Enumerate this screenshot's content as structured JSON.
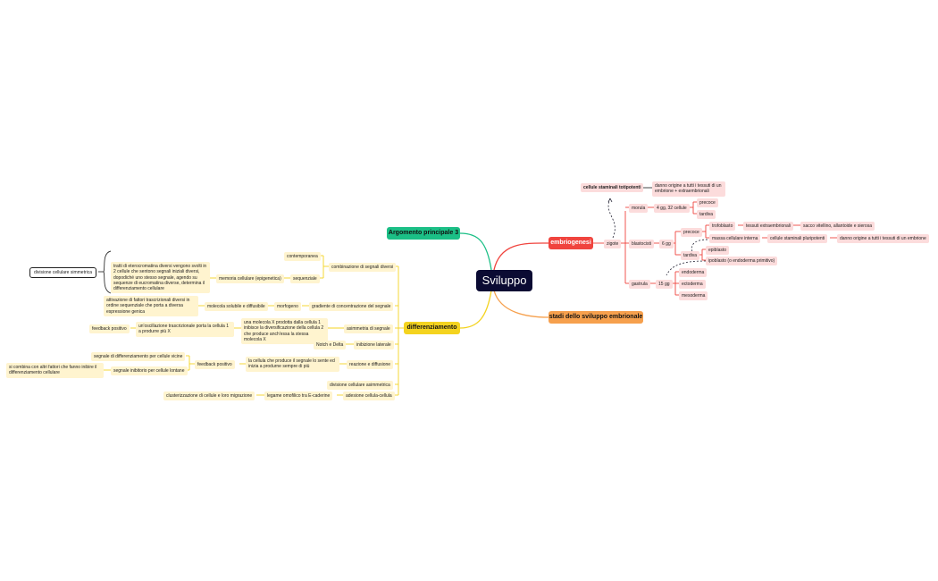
{
  "root": {
    "label": "Sviluppo"
  },
  "branches": {
    "embriogenesi": {
      "label": "embriogenesi",
      "color": "#f0443e",
      "zigote": "zigote",
      "totipotenti": "cellule staminali totipotenti",
      "totipotenti_desc": "danno origine a tutti i tessuti di un embrione + extraembrionali",
      "morula": "morula",
      "morula_days": "4 gg, 32 cellule",
      "morula_precoce": "precoce",
      "morula_tardiva": "tardiva",
      "blastocisti": "blastocisti",
      "blastocisti_days": "6 gg",
      "blast_precoce": "precoce",
      "trofoblasto": "trofoblasto",
      "tessuti_extra": "tessuti extraembrionali",
      "sacco": "sacco vitellino, allantoide e sierosa",
      "massa_interna": "massa cellulare interna",
      "pluripotenti": "cellule staminali pluripotenti",
      "pluripotenti_desc": "danno origine a tutti i tessuti di un embrione",
      "blast_tardiva": "tardiva",
      "epiblasto": "epiblasto",
      "ipoblasto": "ipoblasto (o endoderma primitivo)",
      "gastrula": "gastrula",
      "gastrula_days": "15 gg",
      "endoderma": "endoderma",
      "ectoderma": "ectoderma",
      "mesoderma": "mesoderma"
    },
    "stadi": {
      "label": "stadi dello sviluppo embrionale",
      "color": "#f6a04d"
    },
    "argomento3": {
      "label": "Argomento principale 3",
      "color": "#1bbf86"
    },
    "differenziamento": {
      "label": "differenziamento",
      "color": "#f4d31f",
      "combinazione": "combinazione di segnali diversi",
      "contemporanea": "contemporanea",
      "sequenziale": "sequenziale",
      "memoria": "memoria cellulare (epigenetica)",
      "tratti": "tratti di eterocromatina diversi vengono svolti in 2 cellule che sentono segnali iniziali diversi, dopodiché uno stesso segnale, agendo su sequenze di eucromatina diverse, determina il differenziamento cellulare",
      "divisione_simmetrica": "divisione cellulare simmetrica",
      "gradiente": "gradiente di concentrazione del segnale",
      "morfogeno": "morfogeno",
      "molecola_solubile": "molecola solubile e diffusibile",
      "attivazione": "attivazione di fattori trascrizionali diversi in ordine sequenziale che porta a diversa espressione genica",
      "asimmetria": "asimmetria di segnale",
      "molecola_x": "una molecola X prodotta dalla cellula 1 inibisce la diversificazione della cellula 2 che produce anch'essa la stessa molecola X",
      "oscillazione": "un'oscillazione trascrizionale porta la cellula 1 a produrre più X",
      "feedback1": "feedback positivo",
      "inibizione": "inibizione laterale",
      "notch": "Notch e Delta",
      "reazione": "reazione e diffusione",
      "cellula_produce": "la cellula che produce il segnale lo sente ed inizia a produrne sempre di più",
      "feedback2": "feedback positivo",
      "segnale_vicine": "segnale di differenziamento per cellule vicine",
      "segnale_lontane": "segnale inibitorio per cellule lontane",
      "si_combina": "si combina con altri fattori che fanno inibire il differenziamento cellulare",
      "divisione_asimmetrica": "divisione cellulare asimmetrica",
      "adesione": "adesione cellula-cellula",
      "legame": "legame omofilico tra E-caderine",
      "clusterizzazione": "clusterizzazione di cellule e loro migrazione"
    }
  }
}
